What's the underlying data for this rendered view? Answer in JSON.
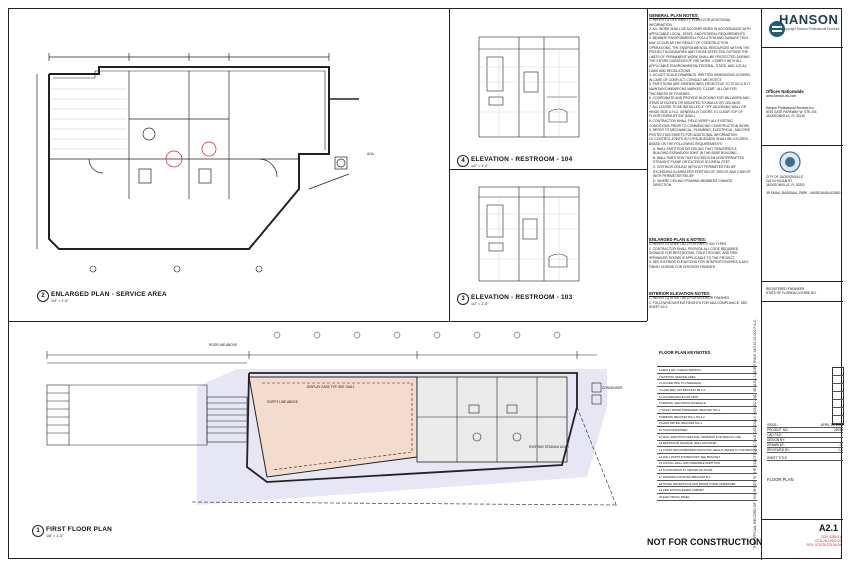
{
  "logo": {
    "name": "HANSON",
    "copyright": "© Copyright Hanson Professional Services Inc."
  },
  "offices": {
    "title": "Offices Nationwide",
    "url": "www.hanson-inc.com",
    "company": "Hanson Professional Services Inc.",
    "addr1": "8075 GATE PARKWAY W, STE 204",
    "addr2": "JACKSONVILLE, FL 32216"
  },
  "client": {
    "name": "CITY OF JACKSONVILLE",
    "addr1": "214 N HOGAN ST",
    "addr2": "JACKSONVILLE, FL 32202"
  },
  "project_title": "JR SMALL BASEBALL PARK - MUSEUM BUILDING",
  "engineer": {
    "line1": "REGISTERED ENGINEER",
    "line2": "STATE OF FLORIDA LICENSE NO."
  },
  "title_block": {
    "issue_label": "ISSUE:",
    "issue_value": "APRIL 23, 2026",
    "project_no_label": "PROJECT NO:",
    "project_no_value": "25036",
    "cad_label": "CAD FILE:",
    "design_label": "DESIGN BY:",
    "drawn_label": "DRAWN BY:",
    "drawn_value": "JC",
    "reviewed_label": "REVIEWED BY:",
    "reviewed_value": "CD",
    "sheet_title_label": "SHEET TITLE",
    "sheet_title": "FLOOR PLAN",
    "sheet_number": "A2.1",
    "doc_ids": [
      "CDN: 6256.51",
      "CCD-26-12042.00",
      "RCV: 0T1026.3T6.06.29"
    ]
  },
  "not_for_construction": "NOT FOR CONSTRUCTION",
  "seal_side_text": "THE OFFICIAL RECORD OF THIS SHEET IS THE ELECTRONIC FILE DIGITALLY SIGNED AND SEALED UNDER RULE 61G15-23.004 F.A.C.",
  "notes": {
    "general_title": "GENERAL PLAN NOTES:",
    "general_items": [
      "1. REFER TO LIFE SAFETY PLANS FOR ADDITIONAL INFORMATION.",
      "2. ALL WORK SHALL BE ACCOMPLISHED IN ACCORDANCE WITH APPLICABLE LOCAL, STATE, AND FEDERAL REQUIREMENTS.",
      "3. MINIMIZE ENVIRONMENTAL POLLUTION AND DAMAGE THAT MAY OCCUR AS THE RESULT OF CONSTRUCTION OPERATIONS. THE ENVIRONMENTAL RESOURCES WITHIN THE PROJECT BOUNDARIES AND THOSE AFFECTED OUTSIDE THE LIMITS OF PERMANENT WORK SHALL BE PROTECTED DURING THE ENTIRE DURATION OF THE WORK. COMPLY WITH ALL APPLICABLE ENVIRONMENTAL FEDERAL, STATE, AND LOCAL LAWS AND REGULATIONS.",
      "4. DO NOT SCALE DRAWINGS. WRITTEN DIMENSIONS GOVERN. IN CASE OF CONFLICT, CONSULT ARCHITECT.",
      "5. PARTITIONS ARE DIMENSIONED FROM STUD TO STUD U.N.O. MAINTAIN DIMENSIONS MARKED \"CLEAR\". ALLOW FOR THICKNESS OF FINISHES.",
      "6. COORDINATE AND PROVIDE BLOCKING FOR MILLWORK AND ITEMS ATTACHED OR MOUNTED TO WALLS OR CEILINGS.",
      "7. ALL DOORS TO BE INSTALLED 4\" OFF ADJOINING WALL OR HINGE SIDE U.N.O. GENERALLY DOORS TO CLEAR TOP OF FLOOR FINISH BY 3/8\" (MAX.).",
      "8. CONTRACTOR SHALL FIELD VERIFY ALL EXISTING CONDITIONS PRIOR TO COMMENCING CONSTRUCTION WORK.",
      "9. REFER TO MECHANICAL, PLUMBING, ELECTRICAL, AND FIRE PROTECTION SHEETS FOR ADDITIONAL INFORMATION.",
      "10. CONTROL JOINTS IN GYPSUM BOARD SHALL BE LOCATED BASED ON THE FOLLOWING REQUIREMENTS:",
      "A. WALL PARTITION OR CEILING THAT TRAVERSES A BUILDING EXPANSION JOINT IN THE BASE BUILDING.",
      "B. WALL PARTITION THAT EXCEEDS AN UNINTERRUPTED STRAIGHT PLANE OR EXCEEDS 30 LINEAL FEET.",
      "C. INTERIOR CEILING WITHOUT PERIMETER RELIEF EXCEEDING IN AREA PER PORTION OF 2500 SF AND 2,500 SF WITH PERIMETER RELIEF.",
      "D. WHERE CEILING FRAMING MEMBERS CHANGE DIRECTION."
    ],
    "enlarged_title": "ENLARGED PLAN & NOTES:",
    "enlarged_items": [
      "1. REFER TO SHEET A2.2 FOR PARTITION TYPES.",
      "2. CONTRACTOR SHALL PROVIDE ALL CODE REQUIRED SIGNAGE FOR RESTROOMS, TOILET ROOMS, AND FIRE SPRINKLER ROOMS IF APPLICABLE TO THE PROJECT.",
      "3. SEE INTERIOR ELEVATIONS FOR INTERIOR FINISHES & A9.0 FINISH LEGEND FOR INTERIOR FINISHES."
    ],
    "interior_title": "INTERIOR ELEVATION NOTES:",
    "interior_items": [
      "1. REFER TO SHEET A9.0 FOR INTERIOR FINISHES.",
      "2. FOLLOW MOUNTING HEIGHTS FOR ADA COMPLIANCE. SEE SHEET A0.1."
    ]
  },
  "keynotes": {
    "title": "FLOOR PLAN KEYNOTES",
    "items": [
      "1 NEW 3 HR. CHARACTERISTIC",
      "2 EXISTING SERVICE AREA",
      "3 LOUVER PIPE TO OVERHEAD",
      "4 CASE BAR, ADJ BRACKET B4.2.3",
      "5 LOUVER/GRILLE FOR VENT",
      "6 MIRROR, SEE FINISH SCHEDULE",
      "7 TOILET PAPER DISPENSER, BRACKET 8/A-1",
      "8 MIRROR, BRACKET 8/A-1, B4-4.2",
      "9 HAND DRYER, BRACKET 8/A-1",
      "10 SOAP DISPENSER",
      "11 WALL PARTITION VERTICAL GRAB BAR FOR SPECIAL USE",
      "12 RESTROOM SIGNAGE, WALL MOUNTED",
      "13 TOILET RECOMMENDED MOUNTING HEIGHT. REFER TO CONTRACT ARCHITECTURAL DOCUMENTS",
      "14 WALL PARTITION BRACKET SEE BRACKET",
      "15 INSTALL WALL AND OPERABLE PARTITION",
      "16 FLOOR DRAIN AT CENTER OF ROOM",
      "17 DRINKING FOUNTAIN BRACKET B-4",
      "18 TRASH RECEPTACLE AND PAPER TOWEL DISPENSER",
      "19 FIRE EXTINGUISHER CABINET",
      "20 ELECTRICAL PANEL"
    ]
  },
  "views": {
    "v2_num": "2",
    "v2_title": "ENLARGED PLAN - SERVICE AREA",
    "v2_scale": "1/4\" = 1'-0\"",
    "v4_num": "4",
    "v4_title": "ELEVATION - RESTROOM - 104",
    "v4_scale": "1/2\" = 1'-0\"",
    "v3_num": "3",
    "v3_title": "ELEVATION - RESTROOM - 103",
    "v3_scale": "1/2\" = 1'-0\"",
    "v1_num": "1",
    "v1_title": "FIRST FLOOR PLAN",
    "v1_scale": "1/8\" = 1'-0\"",
    "plan_labels": {
      "soffit": "SOFFIT LINE ABOVE",
      "display": "DISPLAY CASE TYP. SEE 7/A8.1",
      "roofline": "ROOFLINE ABOVE",
      "existing_light": "EXISTING STADIUM LIGHT",
      "condenser": "CONDENSER",
      "aoa": "AOA"
    }
  },
  "colors": {
    "salmon": "#f4dccc",
    "lavender": "#e6e6f4",
    "accent_red": "#d0202a",
    "line": "#222222"
  }
}
